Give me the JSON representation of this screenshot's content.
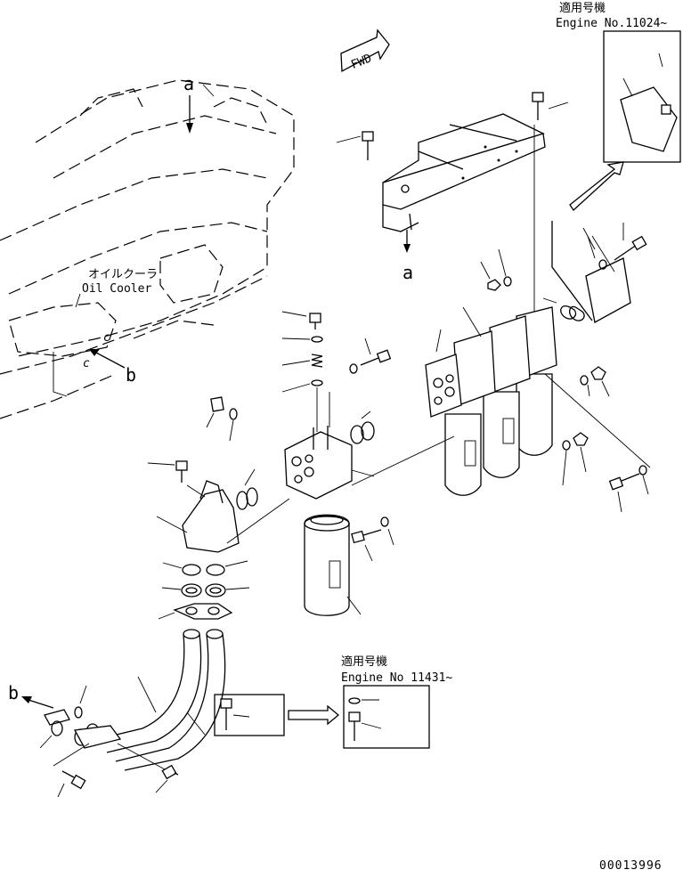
{
  "labels": {
    "fwd": "FWD",
    "ref_a": "a",
    "ref_b": "b",
    "ref_c": "c",
    "oil_cooler_jp": "オイルクーラ",
    "oil_cooler_en": "Oil Cooler",
    "serial_box1_jp": "適用号機",
    "serial_box1_en": "Engine No.11024~",
    "serial_box2_jp": "適用号機",
    "serial_box2_en": "Engine No 11431~",
    "drawing_number": "00013996"
  }
}
